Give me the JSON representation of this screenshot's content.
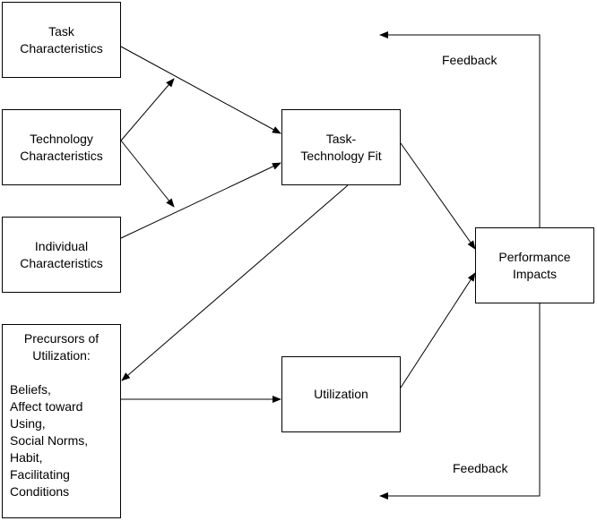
{
  "nodes": {
    "task_characteristics": "Task\nCharacteristics",
    "technology_characteristics": "Technology\nCharacteristics",
    "individual_characteristics": "Individual\nCharacteristics",
    "task_technology_fit": "Task-\nTechnology Fit",
    "performance_impacts": "Performance\nImpacts",
    "utilization": "Utilization",
    "precursors_title": "Precursors of\nUtilization:",
    "precursors_list": "Beliefs,\nAffect toward\nUsing,\nSocial Norms,\nHabit,\nFacilitating\nConditions"
  },
  "labels": {
    "feedback_top": "Feedback",
    "feedback_bottom": "Feedback"
  }
}
